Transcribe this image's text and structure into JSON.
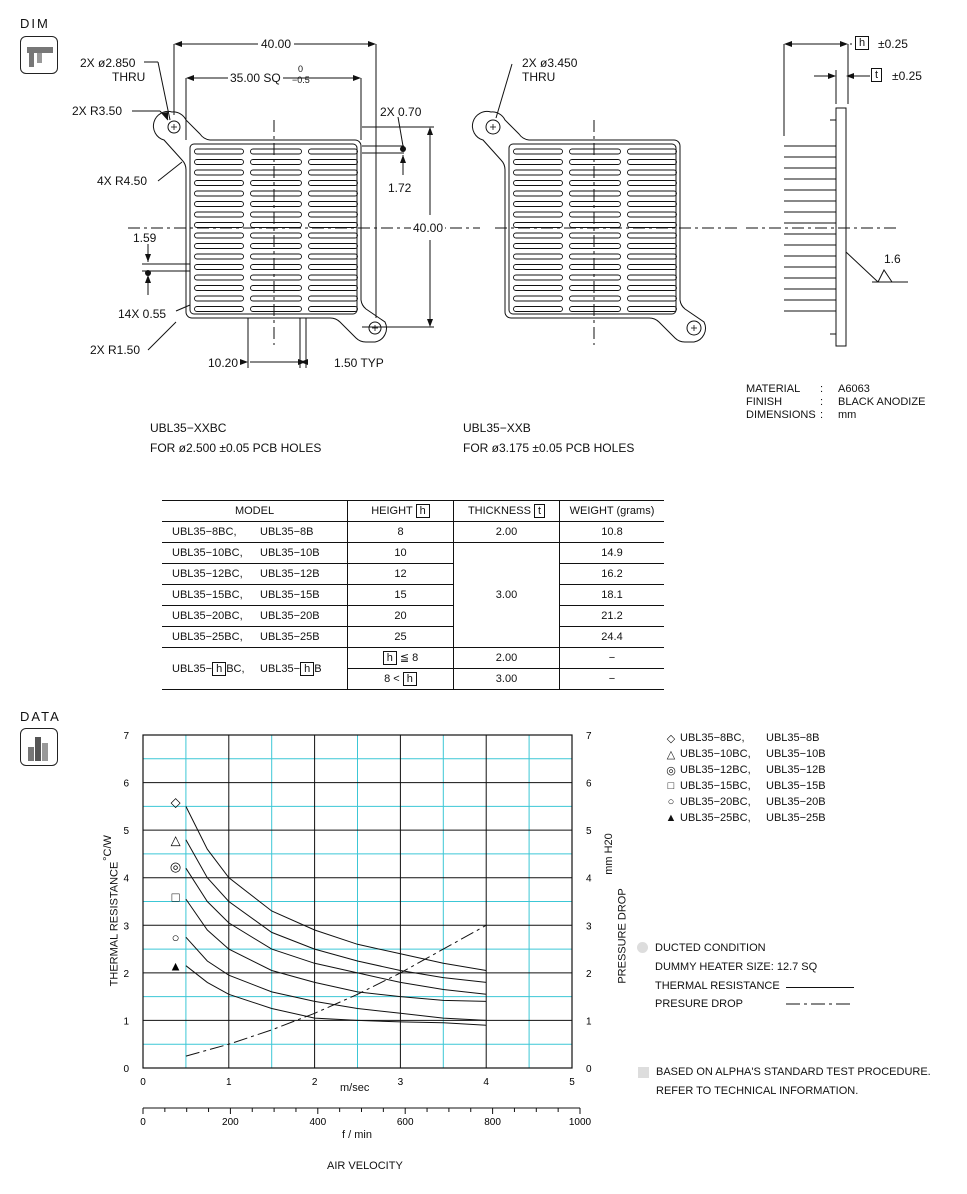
{
  "sections": {
    "dim_label": "DIM",
    "data_label": "DATA"
  },
  "dims": {
    "d_40_top": "40.00",
    "d_35": "35.00 SQ",
    "d_tol_top": "0",
    "d_tol_bot": "−0.5",
    "hole_left_1": "2X ø2.850",
    "hole_left_2": "THRU",
    "hole_right_1": "2X ø3.450",
    "hole_right_2": "THRU",
    "r350": "2X R3.50",
    "r450": "4X R4.50",
    "d_070": "2X 0.70",
    "d_172": "1.72",
    "d_40_side": "40.00",
    "d_159": "1.59",
    "d_055": "14X 0.55",
    "r150": "2X R1.50",
    "d_1020": "10.20",
    "d_150typ": "1.50 TYP",
    "h_tol": "±0.25",
    "t_tol": "±0.25",
    "h_box": "h",
    "t_box": "t",
    "surface": "1.6"
  },
  "spec": {
    "material_k": "MATERIAL",
    "material_v": "A6063",
    "finish_k": "FINISH",
    "finish_v": "BLACK ANODIZE",
    "dims_k": "DIMENSIONS",
    "dims_v": "mm",
    "colon": ":"
  },
  "variants": {
    "left_name": "UBL35−XXBC",
    "left_desc": "FOR ø2.500 ±0.05 PCB HOLES",
    "right_name": "UBL35−XXB",
    "right_desc": "FOR ø3.175 ±0.05 PCB HOLES"
  },
  "table": {
    "h_model": "MODEL",
    "h_height": "HEIGHT",
    "h_thick": "THICKNESS",
    "h_weight": "WEIGHT (grams)",
    "box_h": "h",
    "box_t": "t",
    "rows": [
      {
        "m1": "UBL35−8BC,",
        "m2": "UBL35−8B",
        "height": "8",
        "weight": "10.8"
      },
      {
        "m1": "UBL35−10BC,",
        "m2": "UBL35−10B",
        "height": "10",
        "weight": "14.9"
      },
      {
        "m1": "UBL35−12BC,",
        "m2": "UBL35−12B",
        "height": "12",
        "weight": "16.2"
      },
      {
        "m1": "UBL35−15BC,",
        "m2": "UBL35−15B",
        "height": "15",
        "weight": "18.1"
      },
      {
        "m1": "UBL35−20BC,",
        "m2": "UBL35−20B",
        "height": "20",
        "weight": "21.2"
      },
      {
        "m1": "UBL35−25BC,",
        "m2": "UBL35−25B",
        "height": "25",
        "weight": "24.4"
      }
    ],
    "thick_row1": "2.00",
    "thick_group": "3.00",
    "custom_m1a": "UBL35−",
    "custom_m1b": "BC,",
    "custom_m2a": "UBL35−",
    "custom_m2b": "B",
    "custom_cond1": "≦ 8",
    "custom_cond2a": "8 <",
    "custom_thick1": "2.00",
    "custom_thick2": "3.00",
    "custom_weight": "−"
  },
  "legend": [
    {
      "symbol": "◇",
      "m1": "UBL35−8BC,",
      "m2": "UBL35−8B"
    },
    {
      "symbol": "△",
      "m1": "UBL35−10BC,",
      "m2": "UBL35−10B"
    },
    {
      "symbol": "◎",
      "m1": "UBL35−12BC,",
      "m2": "UBL35−12B"
    },
    {
      "symbol": "□",
      "m1": "UBL35−15BC,",
      "m2": "UBL35−15B"
    },
    {
      "symbol": "○",
      "m1": "UBL35−20BC,",
      "m2": "UBL35−20B"
    },
    {
      "symbol": "▲",
      "m1": "UBL35−25BC,",
      "m2": "UBL35−25B"
    }
  ],
  "notes": {
    "ducted": "DUCTED CONDITION",
    "heater": "DUMMY HEATER SIZE: 12.7 SQ",
    "thermal": "THERMAL RESISTANCE",
    "pressure": "PRESURE DROP",
    "std1": "BASED ON ALPHA'S STANDARD TEST PROCEDURE.",
    "std2": "REFER TO TECHNICAL INFORMATION."
  },
  "chart_data": {
    "type": "line",
    "xlabel": "m/sec",
    "xlabel2": "f / min",
    "xlabel_bottom": "AIR VELOCITY",
    "ylabel": "THERMAL RESISTANCE",
    "ylabel_unit": "°C/W",
    "y2label": "PRESSURE DROP",
    "y2label_unit": "mm H20",
    "xlim": [
      0,
      5
    ],
    "ylim": [
      0,
      7
    ],
    "y2lim": [
      0,
      7
    ],
    "x_ticks": [
      "0",
      "1",
      "2",
      "3",
      "4",
      "5"
    ],
    "x2_ticks": [
      "0",
      "200",
      "400",
      "600",
      "800",
      "1000"
    ],
    "y_ticks": [
      "0",
      "1",
      "2",
      "3",
      "4",
      "5",
      "6",
      "7"
    ],
    "y2_ticks": [
      "0",
      "1",
      "2",
      "3",
      "4",
      "5",
      "6",
      "7"
    ],
    "series": [
      {
        "name": "UBL35-8BC, UBL35-8B",
        "marker": "◇",
        "marker_y": 5.6,
        "x": [
          0.5,
          0.75,
          1.0,
          1.5,
          2.0,
          2.5,
          3.0,
          3.5,
          4.0
        ],
        "y": [
          5.5,
          4.6,
          4.0,
          3.3,
          2.9,
          2.6,
          2.4,
          2.2,
          2.05
        ]
      },
      {
        "name": "UBL35-10BC, UBL35-10B",
        "marker": "△",
        "marker_y": 4.8,
        "x": [
          0.5,
          0.75,
          1.0,
          1.5,
          2.0,
          2.5,
          3.0,
          3.5,
          4.0
        ],
        "y": [
          4.8,
          4.0,
          3.5,
          2.85,
          2.5,
          2.25,
          2.05,
          1.9,
          1.8
        ]
      },
      {
        "name": "UBL35-12BC, UBL35-12B",
        "marker": "◎",
        "marker_y": 4.25,
        "x": [
          0.5,
          0.75,
          1.0,
          1.5,
          2.0,
          2.5,
          3.0,
          3.5,
          4.0
        ],
        "y": [
          4.2,
          3.5,
          3.05,
          2.5,
          2.2,
          2.0,
          1.8,
          1.65,
          1.55
        ]
      },
      {
        "name": "UBL35-15BC, UBL35-15B",
        "marker": "□",
        "marker_y": 3.6,
        "x": [
          0.5,
          0.75,
          1.0,
          1.5,
          2.0,
          2.5,
          3.0,
          3.5,
          4.0
        ],
        "y": [
          3.55,
          2.9,
          2.5,
          2.05,
          1.8,
          1.6,
          1.5,
          1.42,
          1.4
        ]
      },
      {
        "name": "UBL35-20BC, UBL35-20B",
        "marker": "○",
        "marker_y": 2.75,
        "x": [
          0.5,
          0.75,
          1.0,
          1.5,
          2.0,
          2.5,
          3.0,
          3.5,
          4.0
        ],
        "y": [
          2.75,
          2.25,
          1.95,
          1.6,
          1.4,
          1.25,
          1.15,
          1.05,
          1.0
        ]
      },
      {
        "name": "UBL35-25BC, UBL35-25B",
        "marker": "▲",
        "marker_y": 2.15,
        "x": [
          0.5,
          0.75,
          1.0,
          1.5,
          2.0,
          2.5,
          3.0,
          3.5,
          4.0
        ],
        "y": [
          2.15,
          1.8,
          1.55,
          1.25,
          1.05,
          1.0,
          0.97,
          0.95,
          0.9
        ]
      }
    ],
    "pressure_drop": {
      "x": [
        0.5,
        1.0,
        1.5,
        2.0,
        2.5,
        3.0,
        3.5,
        4.0
      ],
      "y": [
        0.25,
        0.5,
        0.8,
        1.15,
        1.55,
        2.0,
        2.5,
        3.0
      ]
    },
    "grid": true,
    "legend_position": "right"
  }
}
